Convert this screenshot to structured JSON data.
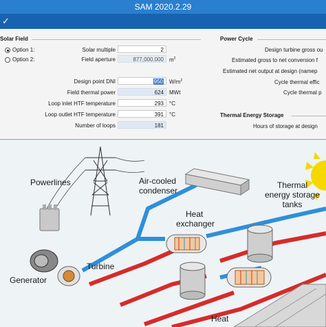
{
  "window": {
    "title": "SAM 2020.2.29"
  },
  "solar_field": {
    "heading": "Solar Field",
    "option1_label": "Option 1:",
    "option2_label": "Option 2:",
    "solar_multiple_label": "Solar multiple",
    "solar_multiple_value": "2",
    "field_aperture_label": "Field aperture",
    "field_aperture_value": "877,000.000",
    "field_aperture_unit": "m",
    "design_dni_label": "Design point DNI",
    "design_dni_value": "950",
    "design_dni_unit": "W/m",
    "field_thermal_power_label": "Field thermal power",
    "field_thermal_power_value": "624",
    "field_thermal_power_unit": "MWt",
    "loop_inlet_label": "Loop inlet HTF temperature",
    "loop_inlet_value": "293",
    "loop_inlet_unit": "°C",
    "loop_outlet_label": "Loop outlet HTF temperature",
    "loop_outlet_value": "391",
    "loop_outlet_unit": "°C",
    "num_loops_label": "Number of loops",
    "num_loops_value": "181"
  },
  "power_cycle": {
    "heading": "Power Cycle",
    "design_turbine_label": "Design turbine gross ou",
    "gross_to_net_label": "Estimated gross to net conversion f",
    "net_output_label": "Estimated net output at design (namep",
    "thermal_eff_label": "Cycle thermal effic",
    "thermal_power_label": "Cycle thermal p"
  },
  "tes": {
    "heading": "Thermal Energy Storage",
    "hours_label": "Hours of storage at design"
  },
  "diagram": {
    "powerlines": "Powerlines",
    "condenser_line1": "Air-cooled",
    "condenser_line2": "condenser",
    "heat_exchanger_line1": "Heat",
    "heat_exchanger_line2": "exchanger",
    "storage_line1": "Thermal",
    "storage_line2": "energy storage",
    "storage_line3": "tanks",
    "turbine": "Turbine",
    "generator": "Generator",
    "heat": "Heat"
  },
  "colors": {
    "title_bar": "#2a7fcf",
    "toolbar": "#1763b0",
    "hot_pipe": "#d62b2b",
    "cold_pipe": "#2f8fd8",
    "sun": "#f5d800"
  }
}
